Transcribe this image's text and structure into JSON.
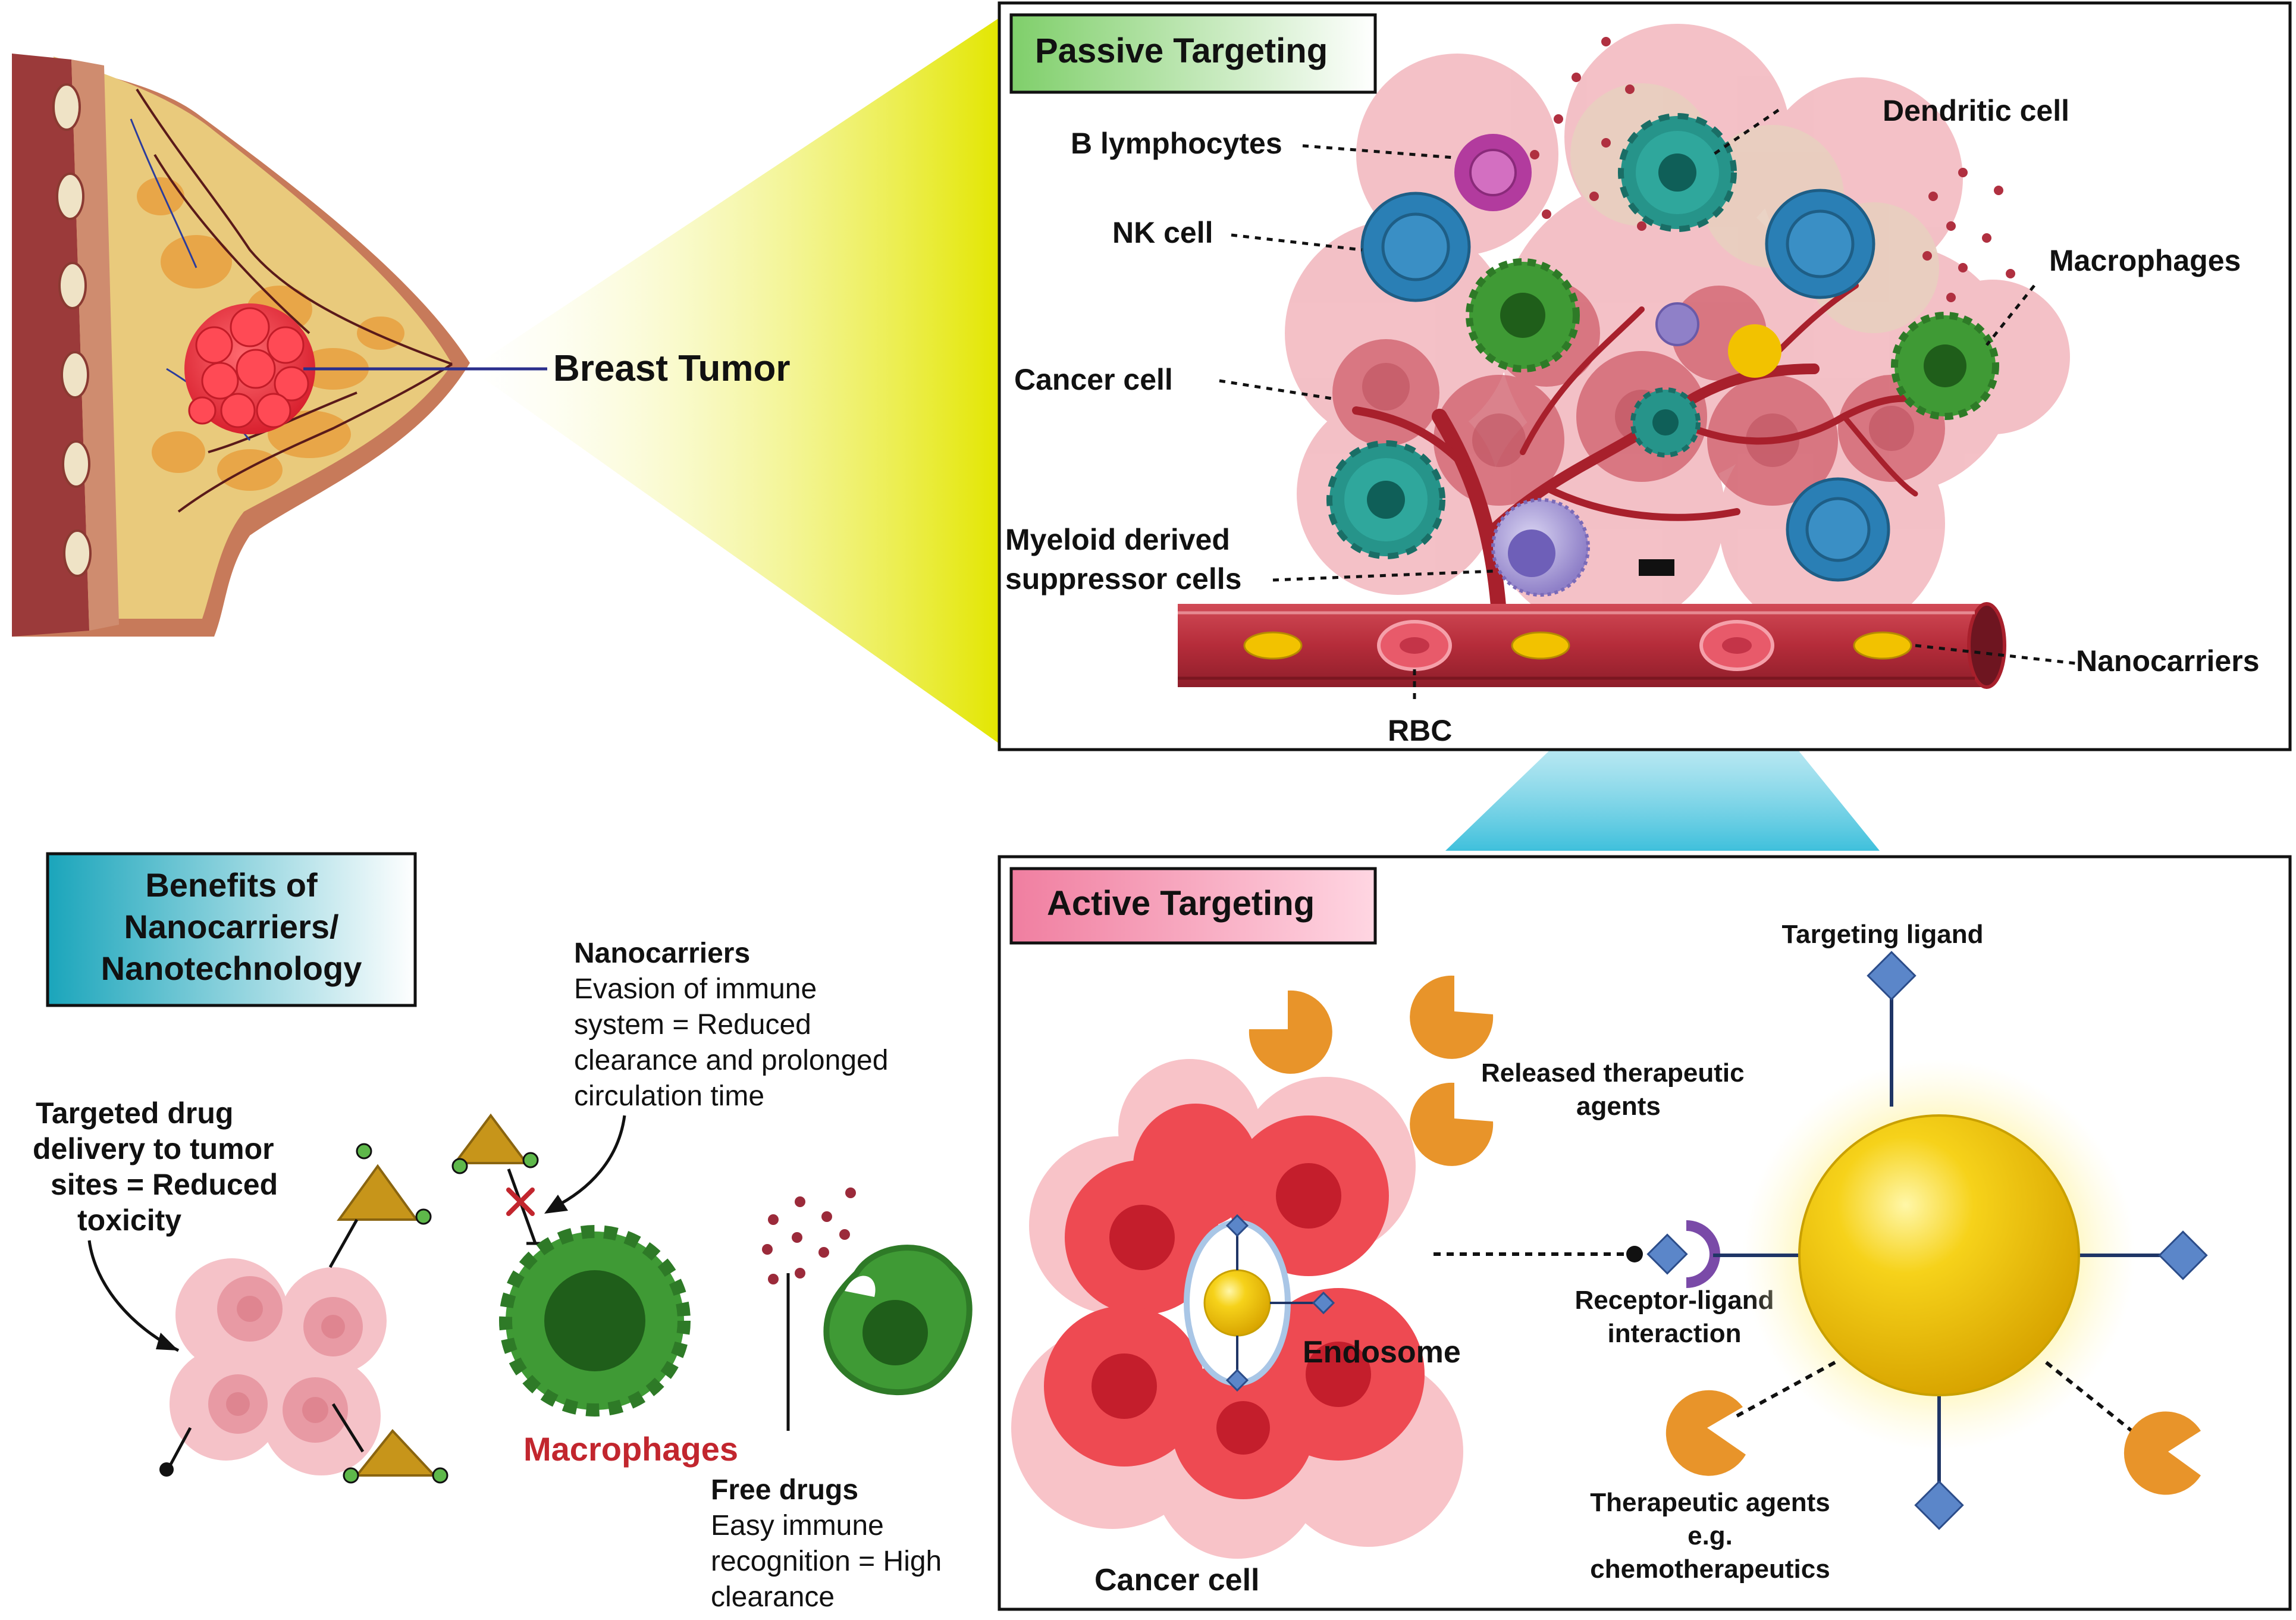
{
  "breast": {
    "tumor_label": "Breast Tumor"
  },
  "passive": {
    "title": "Passive Targeting",
    "b_lymphocytes": "B lymphocytes",
    "dendritic_cell": "Dendritic cell",
    "nk_cell": "NK cell",
    "macrophages": "Macrophages",
    "cancer_cell": "Cancer cell",
    "mdsc_line1": "Myeloid derived",
    "mdsc_line2": "suppressor cells",
    "nanocarriers": "Nanocarriers",
    "rbc": "RBC"
  },
  "benefits": {
    "title_line1": "Benefits of",
    "title_line2": "Nanocarriers/",
    "title_line3": "Nanotechnology",
    "targeted_line1": "Targeted drug",
    "targeted_line2": "delivery to tumor",
    "targeted_line3": "sites = Reduced",
    "targeted_line4": "toxicity",
    "nano_title": "Nanocarriers",
    "nano_line1": "Evasion of immune",
    "nano_line2": "system = Reduced",
    "nano_line3": "clearance and prolonged",
    "nano_line4": "circulation time",
    "macrophages": "Macrophages",
    "free_title": "Free drugs",
    "free_line1": "Easy immune",
    "free_line2": "recognition = High",
    "free_line3": "clearance"
  },
  "active": {
    "title": "Active Targeting",
    "targeting_ligand": "Targeting ligand",
    "released_line1": "Released therapeutic",
    "released_line2": "agents",
    "receptor_line1": "Receptor-ligand",
    "receptor_line2": "interaction",
    "endosome": "Endosome",
    "cancer_cell": "Cancer cell",
    "thera_line1": "Therapeutic agents",
    "thera_line2": "e.g.",
    "thera_line3": "chemotherapeutics"
  },
  "colors": {
    "passive_header": "#b9e3a6",
    "active_header": "#f07ea0",
    "benefits_header": "#2bb3c6",
    "zoom_yellow": "#e3e600",
    "zoom_cyan": "#3fc0dc",
    "macrophage_green": "#3f9a35",
    "dendritic_teal": "#26948a",
    "nk_blue": "#2a7fb5",
    "b_lymph_magenta": "#b23b9e",
    "vessel_red": "#b52c3a",
    "nanocarrier_yellow": "#f2c200",
    "therapeutic_orange": "#e8942a",
    "ligand_blue": "#5b86c9",
    "macrophage_label": "#c2262e"
  }
}
